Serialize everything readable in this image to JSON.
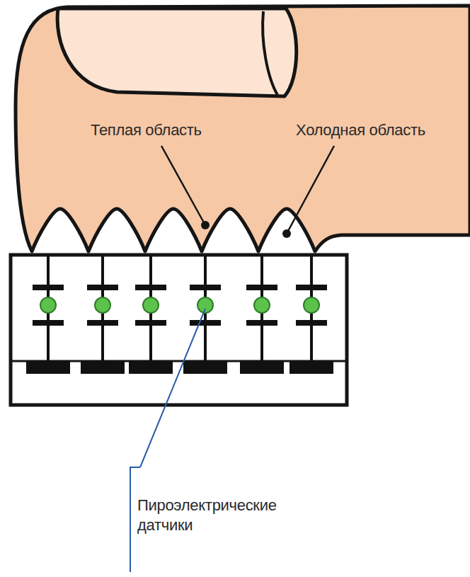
{
  "diagram": {
    "labels": [
      "Теплая область",
      "Холодная область",
      "Пироэлектрические датчики"
    ]
  }
}
